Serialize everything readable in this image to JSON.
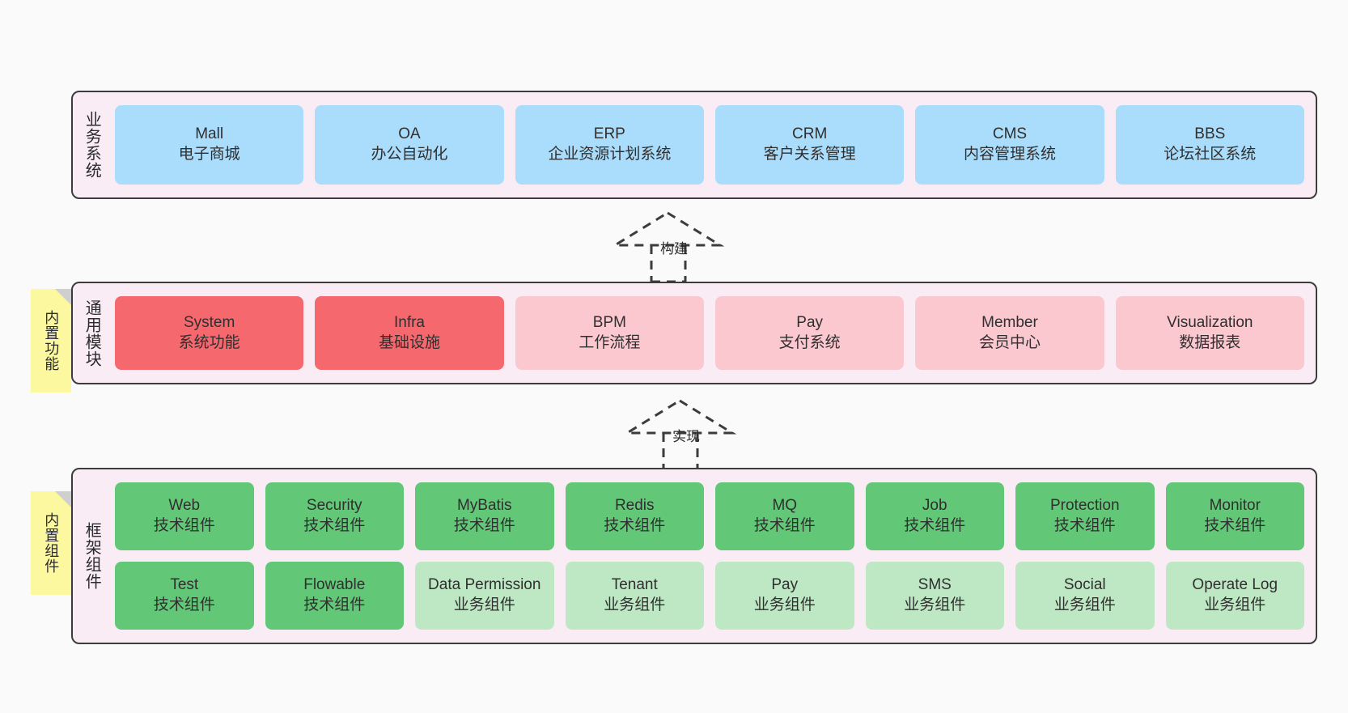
{
  "diagram": {
    "title": "",
    "background": "#fafafa",
    "colors": {
      "layer_fill": "#f9ecf5",
      "layer_border": "#3c3c3c",
      "business": "#aadcfb",
      "module_primary": "#f4686e",
      "module_secondary": "#fbc8d0",
      "tech_component": "#62c878",
      "business_component": "#bee7c4",
      "sticky_note": "#fbf8a0",
      "sticky_fold": "#cfcfcf"
    }
  },
  "layers": [
    {
      "id": "business-system",
      "caption": "业务系统",
      "nodes": [
        {
          "en": "Mall",
          "cn": "电子商城"
        },
        {
          "en": "OA",
          "cn": "办公自动化"
        },
        {
          "en": "ERP",
          "cn": "企业资源计划系统"
        },
        {
          "en": "CRM",
          "cn": "客户关系管理"
        },
        {
          "en": "CMS",
          "cn": "内容管理系统"
        },
        {
          "en": "BBS",
          "cn": "论坛社区系统"
        }
      ]
    },
    {
      "id": "common-module",
      "caption": "通用模块",
      "sticky": "内置功能",
      "nodes": [
        {
          "en": "System",
          "cn": "系统功能",
          "tone": "primary"
        },
        {
          "en": "Infra",
          "cn": "基础设施",
          "tone": "primary"
        },
        {
          "en": "BPM",
          "cn": "工作流程",
          "tone": "secondary"
        },
        {
          "en": "Pay",
          "cn": "支付系统",
          "tone": "secondary"
        },
        {
          "en": "Member",
          "cn": "会员中心",
          "tone": "secondary"
        },
        {
          "en": "Visualization",
          "cn": "数据报表",
          "tone": "secondary"
        }
      ]
    },
    {
      "id": "framework-component",
      "caption": "框架组件",
      "sticky": "内置组件",
      "row1": [
        {
          "en": "Web",
          "cn": "技术组件"
        },
        {
          "en": "Security",
          "cn": "技术组件"
        },
        {
          "en": "MyBatis",
          "cn": "技术组件"
        },
        {
          "en": "Redis",
          "cn": "技术组件"
        },
        {
          "en": "MQ",
          "cn": "技术组件"
        },
        {
          "en": "Job",
          "cn": "技术组件"
        },
        {
          "en": "Protection",
          "cn": "技术组件"
        },
        {
          "en": "Monitor",
          "cn": "技术组件"
        }
      ],
      "row2": [
        {
          "en": "Test",
          "cn": "技术组件",
          "tone": "tech"
        },
        {
          "en": "Flowable",
          "cn": "技术组件",
          "tone": "tech"
        },
        {
          "en": "Data Permission",
          "cn": "业务组件",
          "tone": "business"
        },
        {
          "en": "Tenant",
          "cn": "业务组件",
          "tone": "business"
        },
        {
          "en": "Pay",
          "cn": "业务组件",
          "tone": "business"
        },
        {
          "en": "SMS",
          "cn": "业务组件",
          "tone": "business"
        },
        {
          "en": "Social",
          "cn": "业务组件",
          "tone": "business"
        },
        {
          "en": "Operate Log",
          "cn": "业务组件",
          "tone": "business"
        }
      ]
    }
  ],
  "connectors": [
    {
      "id": "build",
      "label": "构建"
    },
    {
      "id": "implement",
      "label": "实现"
    }
  ]
}
